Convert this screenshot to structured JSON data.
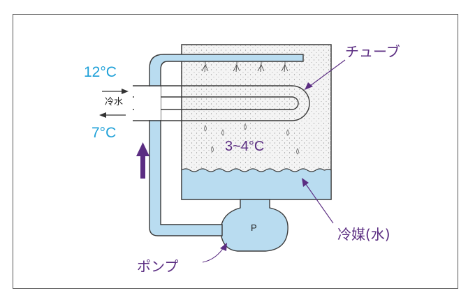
{
  "diagram": {
    "labels": {
      "inlet_temp": "12°C",
      "outlet_temp": "7°C",
      "cold_water": "冷水",
      "chamber_temp": "3~4°C",
      "tube": "チューブ",
      "refrigerant": "冷媒(水)",
      "pump": "ポンプ",
      "pump_symbol": "P"
    },
    "colors": {
      "water": "#b9dcf0",
      "pipe_stroke": "#3a3a3a",
      "temp_text": "#1ea0d8",
      "label_text": "#5b2d82",
      "arrow": "#5b2d82",
      "chamber_fill": "#f4f4f4"
    }
  }
}
